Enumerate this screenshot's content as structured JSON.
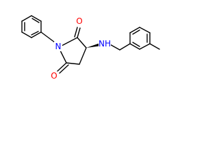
{
  "molecule": {
    "atoms": {
      "ring_nitrogen": "N",
      "upper_carbonyl_oxygen": "O",
      "lower_carbonyl_oxygen": "O",
      "amine_group": "NH"
    },
    "colors": {
      "nitrogen": "#0000ff",
      "oxygen": "#ff0000",
      "bond": "#000000"
    }
  }
}
